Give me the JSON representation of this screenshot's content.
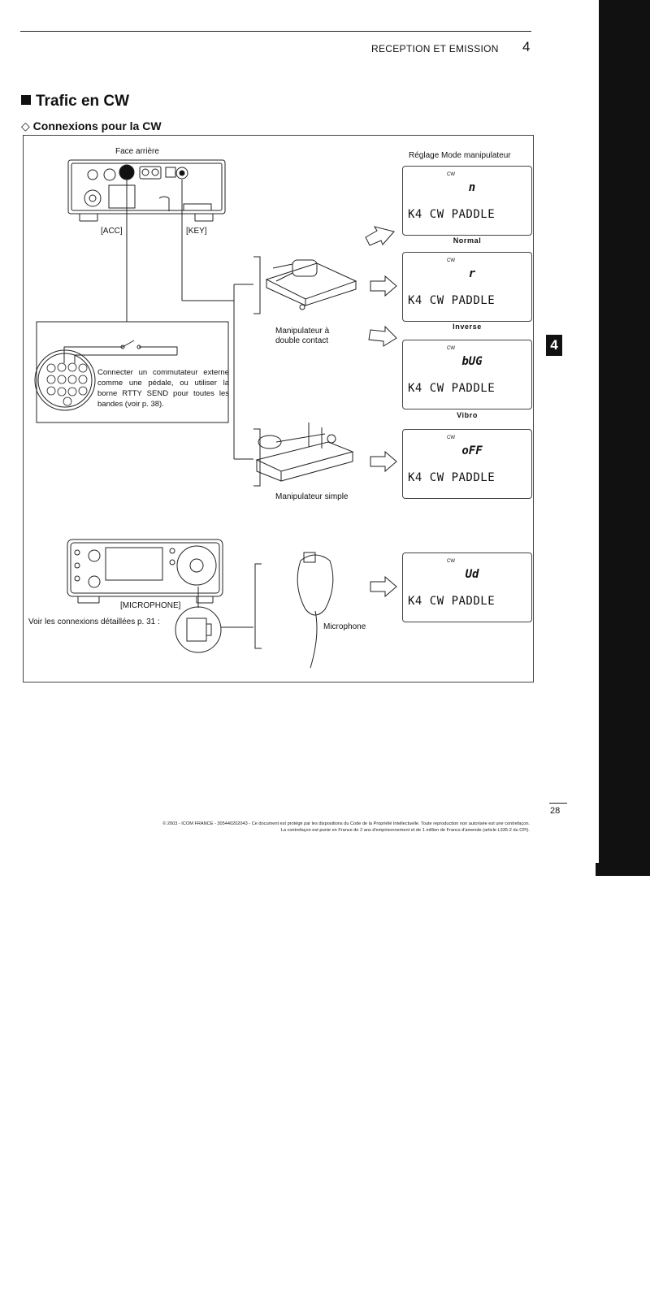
{
  "header": {
    "title": "RECEPTION ET EMISSION",
    "chapter": "4"
  },
  "side_tab": "4",
  "section": {
    "title": "Trafic en CW",
    "subtitle": "◇ Connexions pour la CW"
  },
  "diagram": {
    "rear_panel_label": "Face arrière",
    "acc_label": "[ACC]",
    "key_label": "[KEY]",
    "mode_title": "Réglage Mode manipulateur",
    "paddle_label": "Manipulateur à double contact",
    "straight_label": "Manipulateur simple",
    "microphone_port_label": "[MICROPHONE]",
    "mic_note": "Voir les connexions détaillées p. 31 :",
    "microphone_label": "Microphone",
    "acc_description": "Connecter un commutateur externe comme une pédale, ou utiliser la borne RTTY SEND pour toutes les bandes (voir p. 38)."
  },
  "lcds": [
    {
      "cw": "CW",
      "value": "n",
      "line": "K4 CW PADDLE",
      "caption": "Normal"
    },
    {
      "cw": "CW",
      "value": "r",
      "line": "K4 CW PADDLE",
      "caption": "Inverse"
    },
    {
      "cw": "CW",
      "value": "bUG",
      "line": "K4 CW PADDLE",
      "caption": "Vibro"
    },
    {
      "cw": "CW",
      "value": "oFF",
      "line": "K4 CW PADDLE",
      "caption": ""
    },
    {
      "cw": "CW",
      "value": "Ud",
      "line": "K4 CW PADDLE",
      "caption": ""
    }
  ],
  "page_number": "28",
  "footer": {
    "line1": "© 2003 - ICOM FRANCE - 305440202043 - Ce document est protégé par les dispositions du Code de la Propriété Intellectuelle. Toute reproduction non autorisée est une contrefaçon.",
    "line2": "La contrefaçon est punie en France de 2 ans d'emprisonnement et de 1 million de Francs d'amende (article L335-2 du CPI)."
  }
}
